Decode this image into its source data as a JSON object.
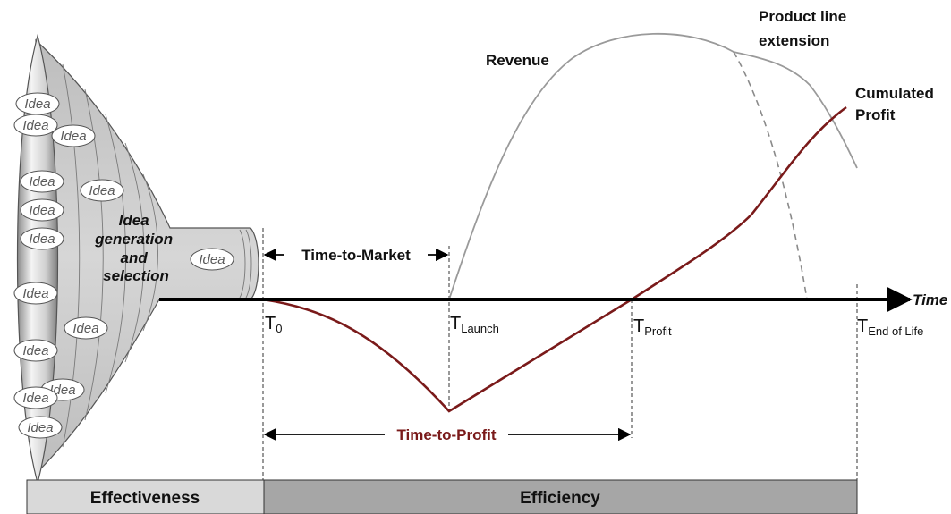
{
  "funnel": {
    "caption_lines": [
      "Idea",
      "generation",
      "and",
      "selection"
    ],
    "idea_label": "Idea",
    "idea_count": 14
  },
  "time_axis": {
    "label": "Time",
    "milestones": {
      "t0": {
        "main": "T",
        "sub": "0"
      },
      "launch": {
        "main": "T",
        "sub": "Launch"
      },
      "profit": {
        "main": "T",
        "sub": "Profit"
      },
      "end_of_life": {
        "main": "T",
        "sub": "End of Life"
      }
    }
  },
  "spans": {
    "time_to_market": "Time-to-Market",
    "time_to_profit": "Time-to-Profit"
  },
  "curves": {
    "revenue": "Revenue",
    "product_line_extension_lines": [
      "Product line",
      "extension"
    ],
    "cumulated_profit_lines": [
      "Cumulated",
      "Profit"
    ]
  },
  "phases": {
    "effectiveness": "Effectiveness",
    "efficiency": "Efficiency"
  },
  "colors": {
    "revenue_curve": "#9a9a9a",
    "profit_curve": "#7a1a1a",
    "time_to_profit_text": "#7a1a1a",
    "funnel_fill": "#c8c8c8",
    "effectiveness_bar": "#d9d9d9",
    "efficiency_bar": "#a6a6a6"
  }
}
